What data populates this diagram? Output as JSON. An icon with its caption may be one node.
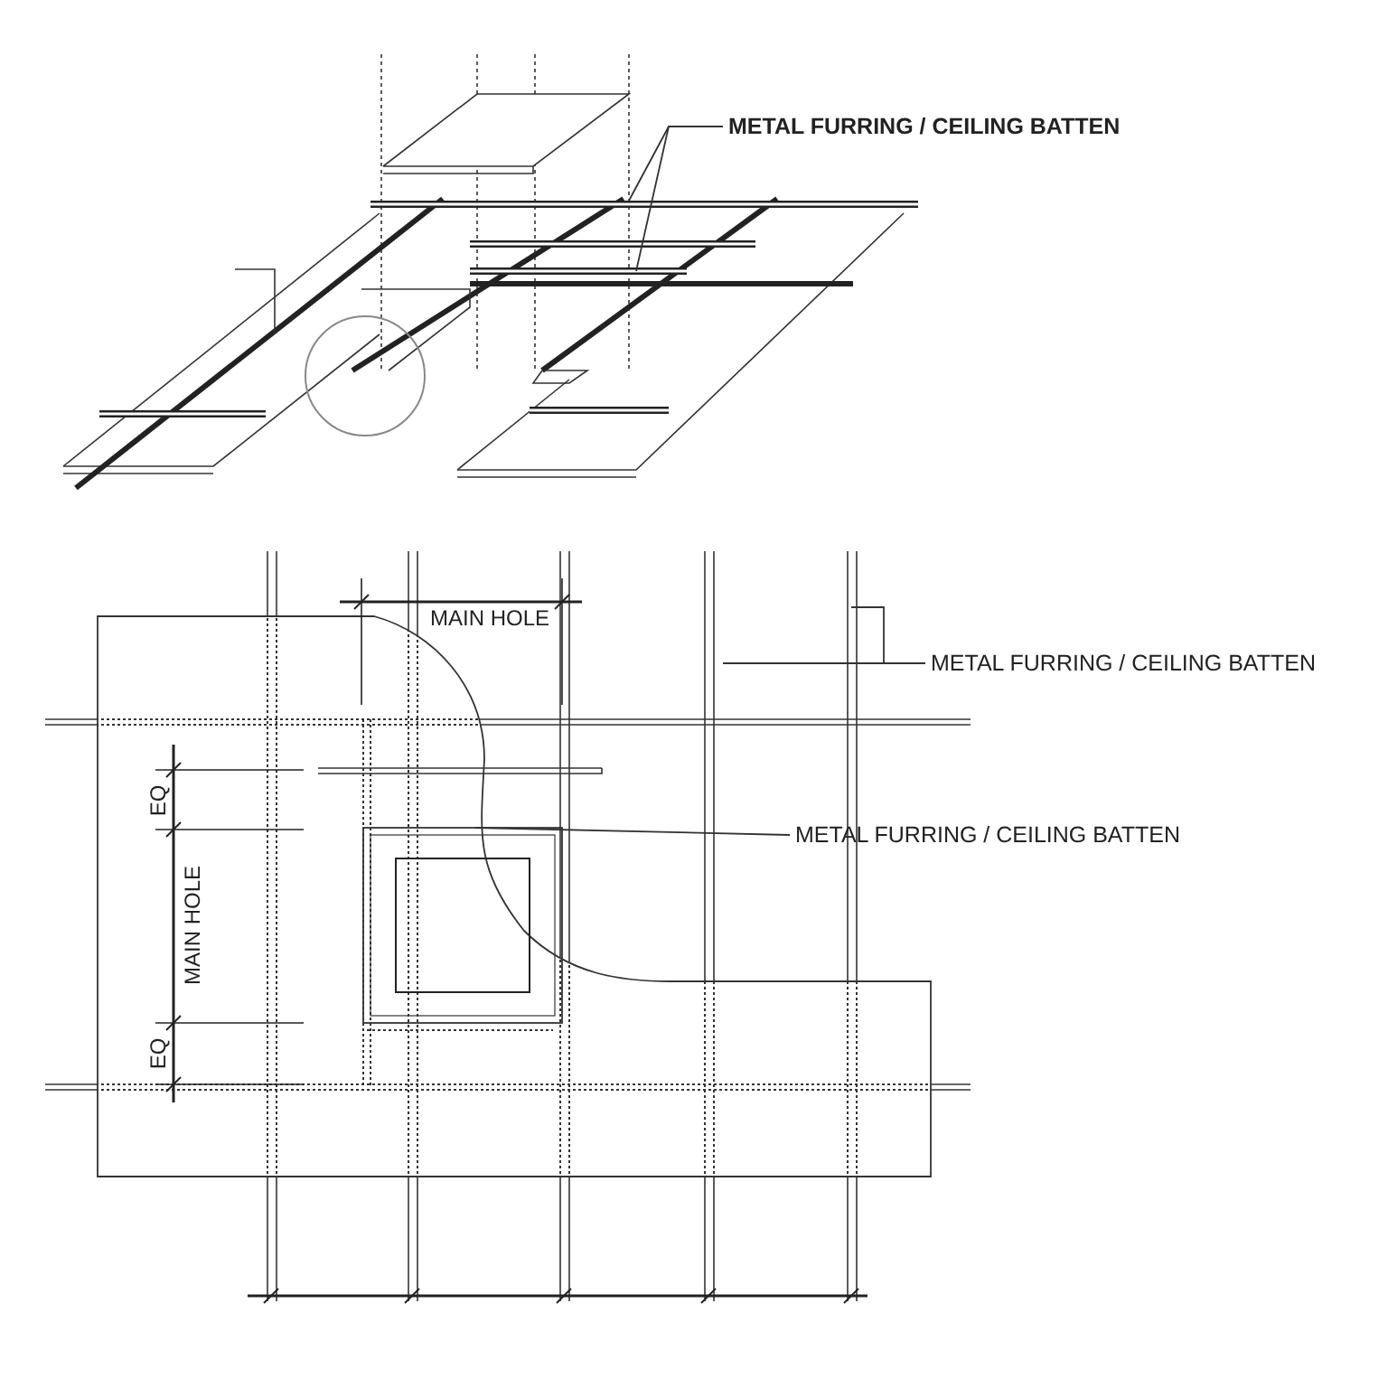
{
  "diagram": {
    "nodes": [
      {
        "text": [
          "METAL FURRING / CEILING BATTEN"
        ]
      },
      {
        "text": [
          "METAL FURRING / CEILING BATTEN"
        ]
      },
      {
        "text": [
          "METAL FURRING / CEILING BATTEN"
        ]
      }
    ],
    "edges": [
      {
        "from": 0,
        "to": null,
        "arrow": "none"
      },
      {
        "from": 0,
        "to": null,
        "arrow": "none"
      },
      {
        "from": 1,
        "to": null,
        "arrow": "none"
      },
      {
        "from": 1,
        "to": null,
        "arrow": "none"
      },
      {
        "from": 2,
        "to": null,
        "arrow": "none"
      }
    ],
    "labels": [
      "MAIN HOLE",
      "EQ",
      "MAIN HOLE",
      "EQ"
    ]
  }
}
